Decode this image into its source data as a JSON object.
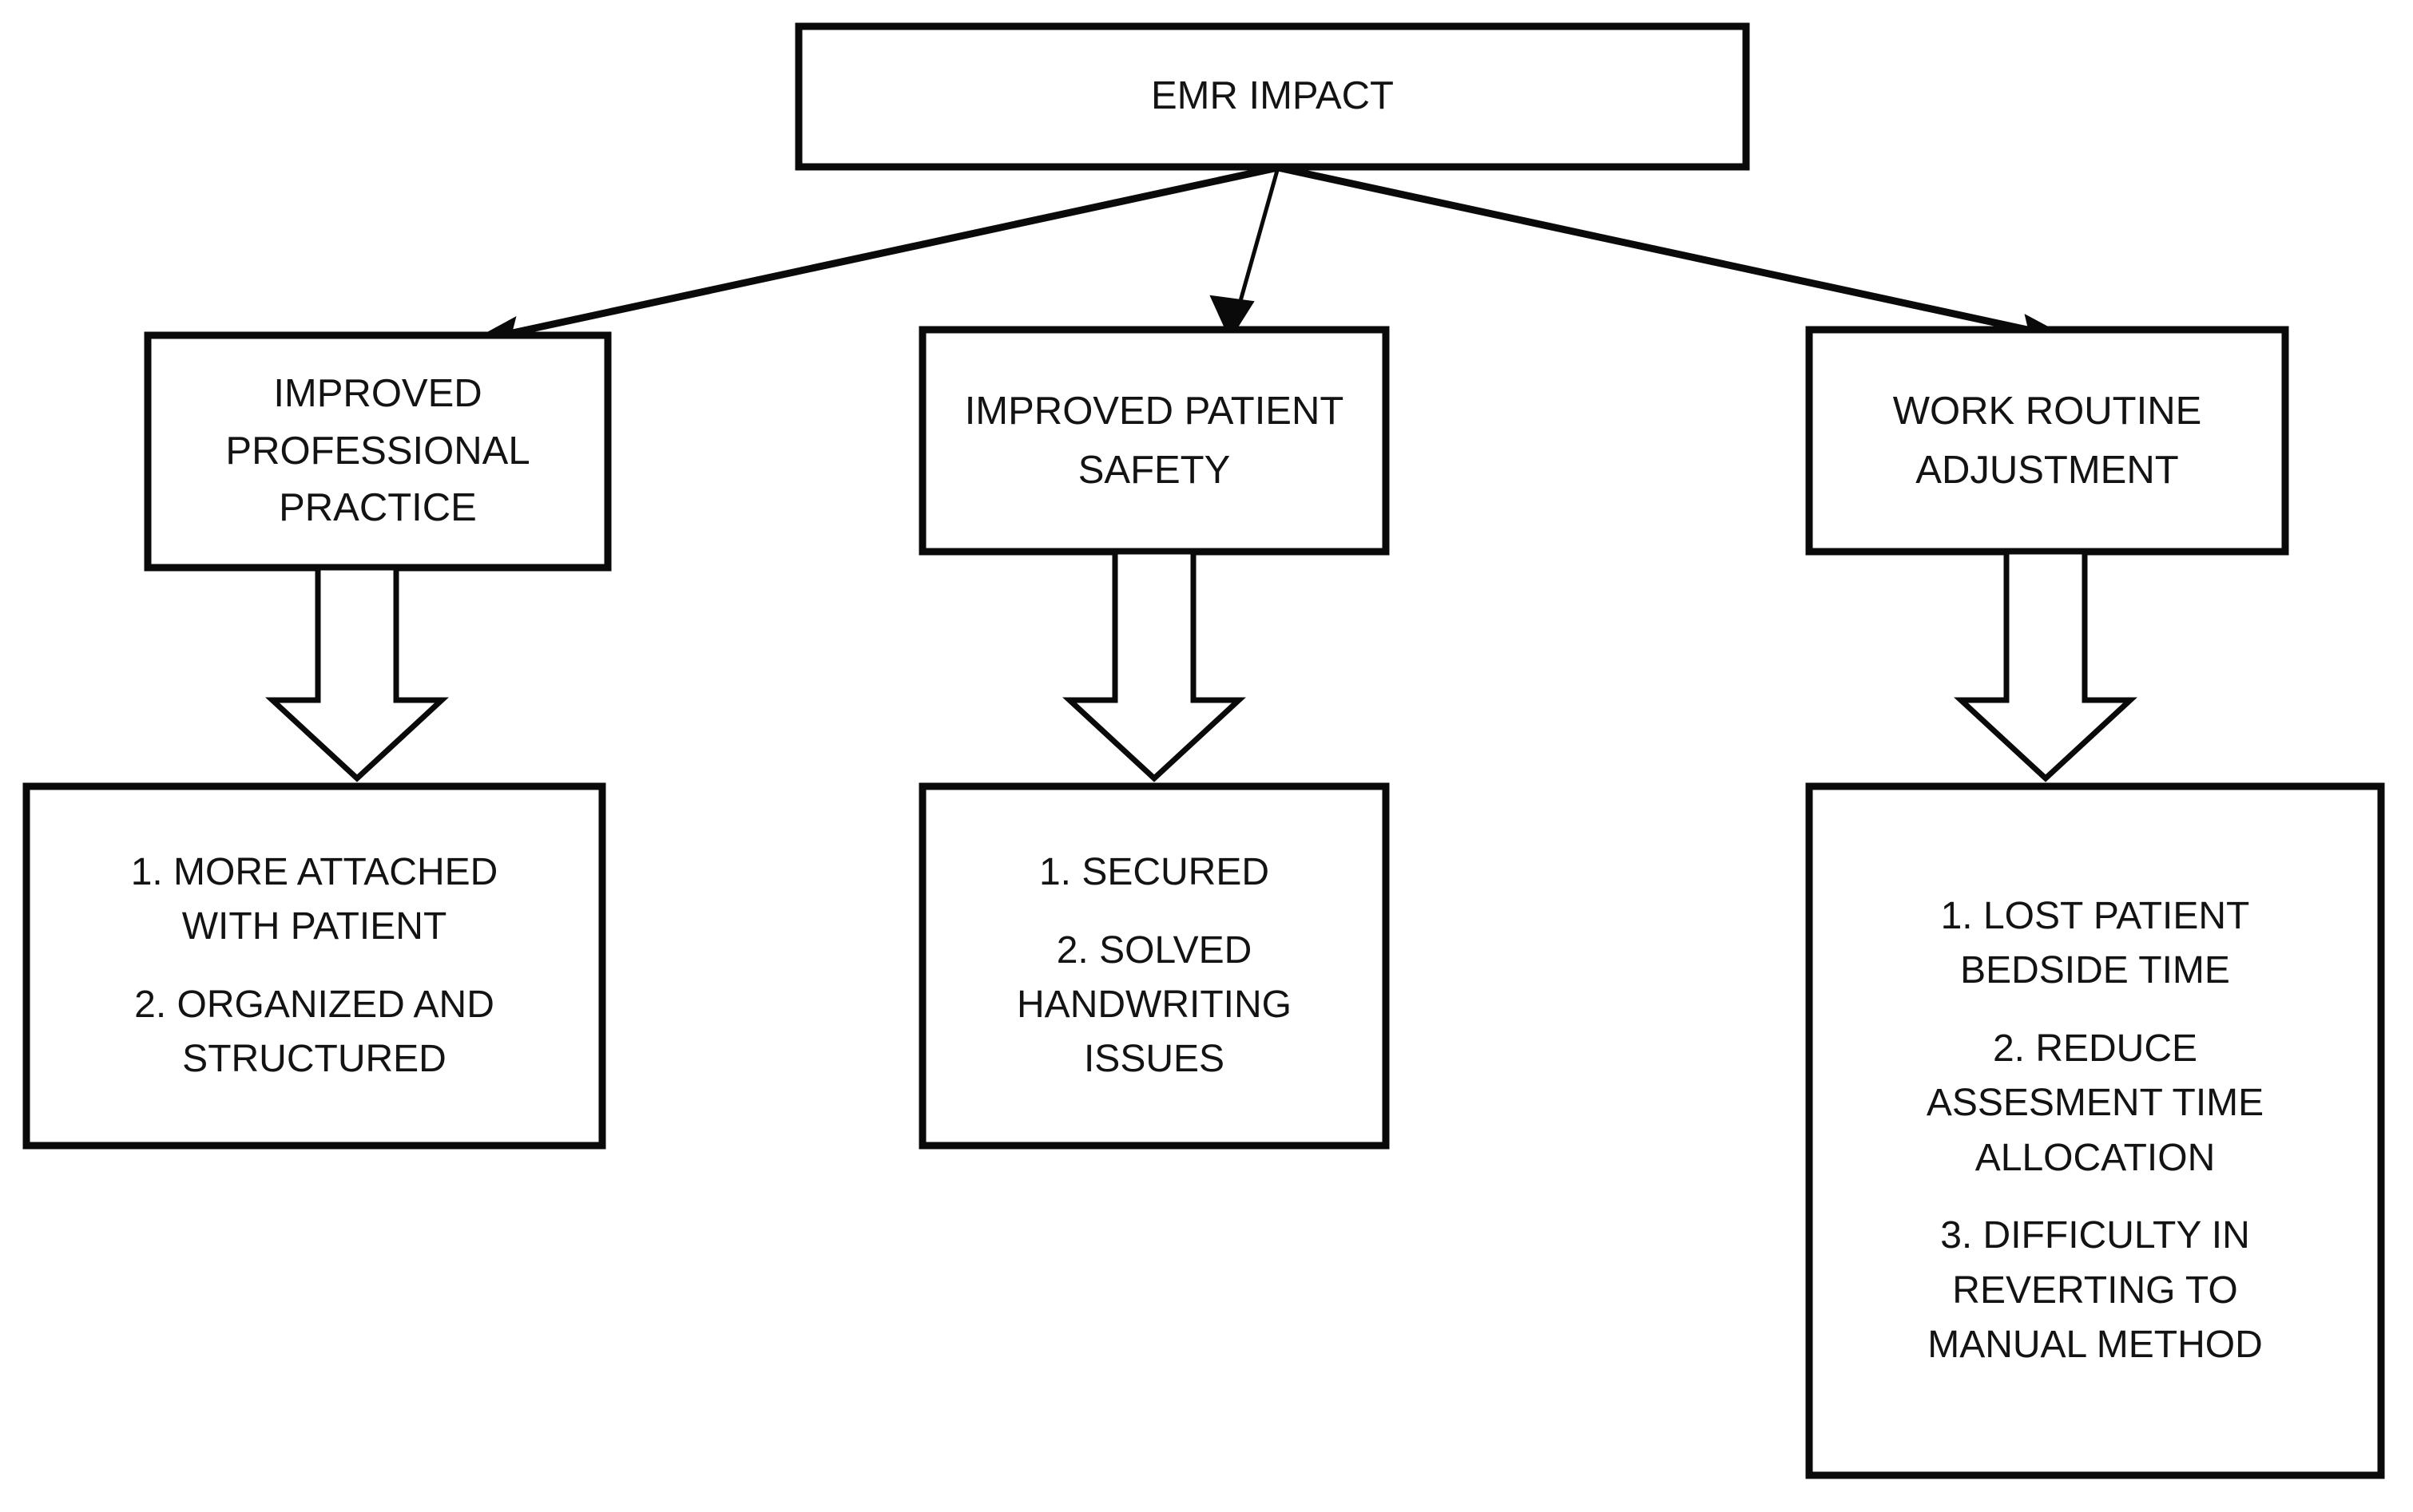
{
  "diagram": {
    "type": "flowchart",
    "title": "EMR IMPACT",
    "orientation": "top-down",
    "line_color": "#0a0a0a",
    "box_fill": "#ffffff",
    "text_color": "#131313",
    "root": {
      "id": "emr-impact",
      "label": "EMR IMPACT",
      "lines": [
        "EMR IMPACT"
      ]
    },
    "branches": [
      {
        "id": "improved-professional-practice",
        "theme": {
          "label": "IMPROVED PROFESSIONAL PRACTICE",
          "lines": [
            "IMPROVED",
            "PROFESSIONAL",
            "PRACTICE"
          ]
        },
        "outcomes": {
          "items": [
            {
              "number": "1.",
              "text": "MORE ATTACHED WITH PATIENT",
              "lines": [
                "1. MORE ATTACHED",
                "WITH PATIENT"
              ]
            },
            {
              "number": "2.",
              "text": "ORGANIZED AND STRUCTURED",
              "lines": [
                "2. ORGANIZED AND",
                "STRUCTURED"
              ]
            }
          ]
        }
      },
      {
        "id": "improved-patient-safety",
        "theme": {
          "label": "IMPROVED PATIENT SAFETY",
          "lines": [
            "IMPROVED PATIENT",
            "SAFETY"
          ]
        },
        "outcomes": {
          "items": [
            {
              "number": "1.",
              "text": "SECURED",
              "lines": [
                "1. SECURED"
              ]
            },
            {
              "number": "2.",
              "text": "SOLVED HANDWRITING ISSUES",
              "lines": [
                "2. SOLVED",
                "HANDWRITING",
                "ISSUES"
              ]
            }
          ]
        }
      },
      {
        "id": "work-routine-adjustment",
        "theme": {
          "label": "WORK ROUTINE ADJUSTMENT",
          "lines": [
            "WORK ROUTINE",
            "ADJUSTMENT"
          ]
        },
        "outcomes": {
          "items": [
            {
              "number": "1.",
              "text": "LOST PATIENT BEDSIDE TIME",
              "lines": [
                "1. LOST PATIENT",
                "BEDSIDE TIME"
              ]
            },
            {
              "number": "2.",
              "text": "REDUCE ASSESMENT TIME ALLOCATION",
              "lines": [
                "2. REDUCE",
                "ASSESMENT TIME",
                "ALLOCATION"
              ]
            },
            {
              "number": "3.",
              "text": "DIFFICULTY IN REVERTING TO MANUAL METHOD",
              "lines": [
                "3. DIFFICULTY IN",
                "REVERTING TO",
                "MANUAL METHOD"
              ]
            }
          ]
        }
      }
    ],
    "connectors": {
      "root_to_branches": "thin-line-arrow",
      "branch_to_outcomes": "hollow-block-arrow"
    }
  }
}
